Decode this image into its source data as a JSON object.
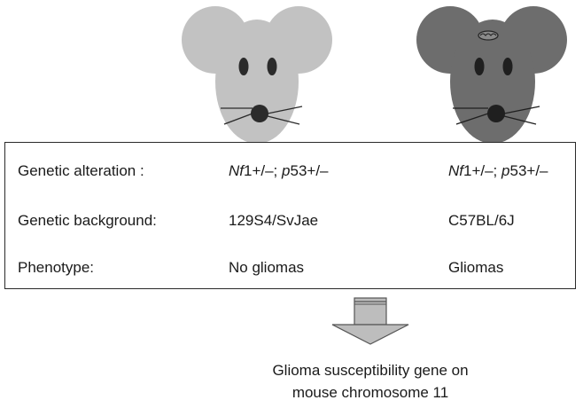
{
  "mice": [
    {
      "strain": "129S4/SvJae",
      "body_color": "#c2c2c2",
      "feature_color": "#2b2b2b",
      "tumor": false
    },
    {
      "strain": "C57BL/6J",
      "body_color": "#6d6d6d",
      "feature_color": "#1f1f1f",
      "tumor": true
    }
  ],
  "table": {
    "rows": [
      {
        "label": "Genetic alteration :",
        "left": {
          "nf": "Nf",
          "nf_rest": "1+/–; ",
          "p": "p",
          "p_rest": "53+/–"
        },
        "right": {
          "nf": "Nf",
          "nf_rest": "1+/–; ",
          "p": "p",
          "p_rest": "53+/–"
        }
      },
      {
        "label": "Genetic background:",
        "left": "129S4/SvJae",
        "right": "C57BL/6J"
      },
      {
        "label": "Phenotype:",
        "left": "No gliomas",
        "right": "Gliomas"
      }
    ]
  },
  "caption": {
    "line1": "Glioma susceptibility gene on",
    "line2": "mouse chromosome 11"
  },
  "colors": {
    "arrow_fill": "#bdbdbd",
    "arrow_stroke": "#555555",
    "table_border": "#2a2a2a"
  }
}
